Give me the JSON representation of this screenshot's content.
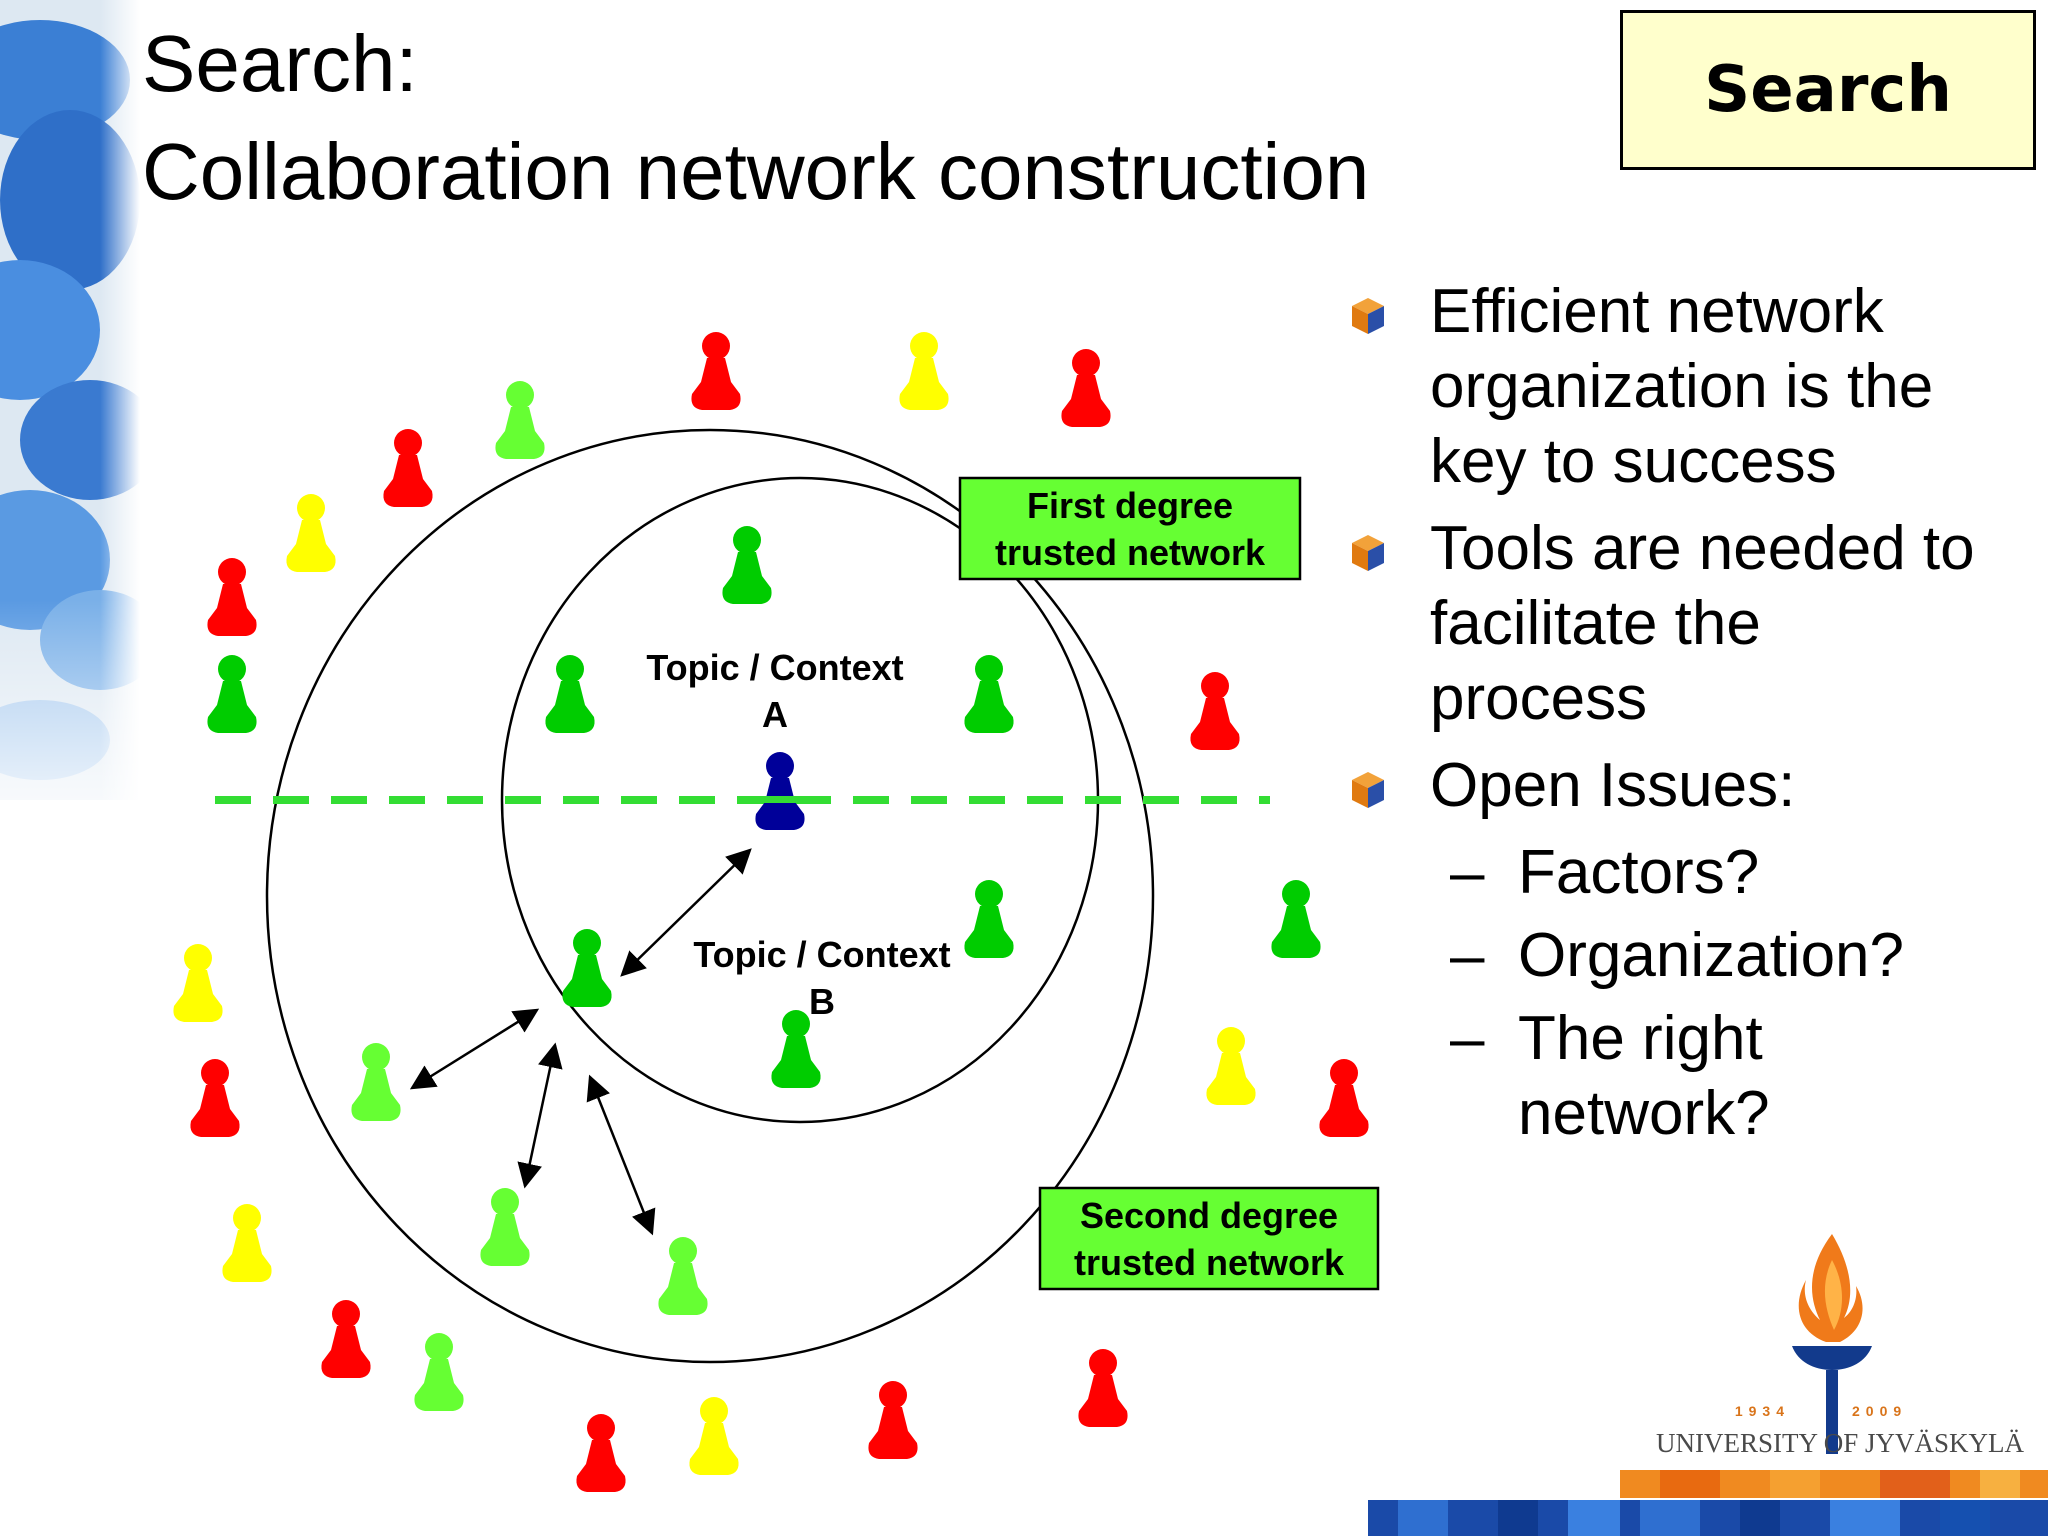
{
  "title": {
    "line1": "Search:",
    "line2": "Collaboration network construction"
  },
  "badge": {
    "label": "Search"
  },
  "diagram": {
    "first_degree_label_1": "First degree",
    "first_degree_label_2": "trusted network",
    "second_degree_label_1": "Second degree",
    "second_degree_label_2": "trusted network",
    "topic_a_label_1": "Topic / Context",
    "topic_a_label_2": "A",
    "topic_b_label_1": "Topic / Context",
    "topic_b_label_2": "B",
    "colors": {
      "red": "#ff0000",
      "yellow": "#ffff00",
      "dark_green": "#00cc00",
      "light_green": "#66ff33",
      "center_blue": "#000099",
      "label_green": "#66ff33",
      "dashed_line": "#33dd33"
    }
  },
  "bullets": [
    {
      "text_1": "Efficient network",
      "text_2": "organization is the",
      "text_3": "key to success"
    },
    {
      "text_1": "Tools are needed to",
      "text_2": "facilitate the",
      "text_3": "process"
    },
    {
      "text_1": "Open Issues:"
    }
  ],
  "sub_bullets": [
    {
      "dash": "–",
      "text_1": "Factors?"
    },
    {
      "dash": "–",
      "text_1": "Organization?"
    },
    {
      "dash": "–",
      "text_1": "The right",
      "text_2": "network?"
    }
  ],
  "logo": {
    "years_left": "1934",
    "years_right": "2009",
    "university": "UNIVERSITY OF JYVÄSKYLÄ"
  }
}
